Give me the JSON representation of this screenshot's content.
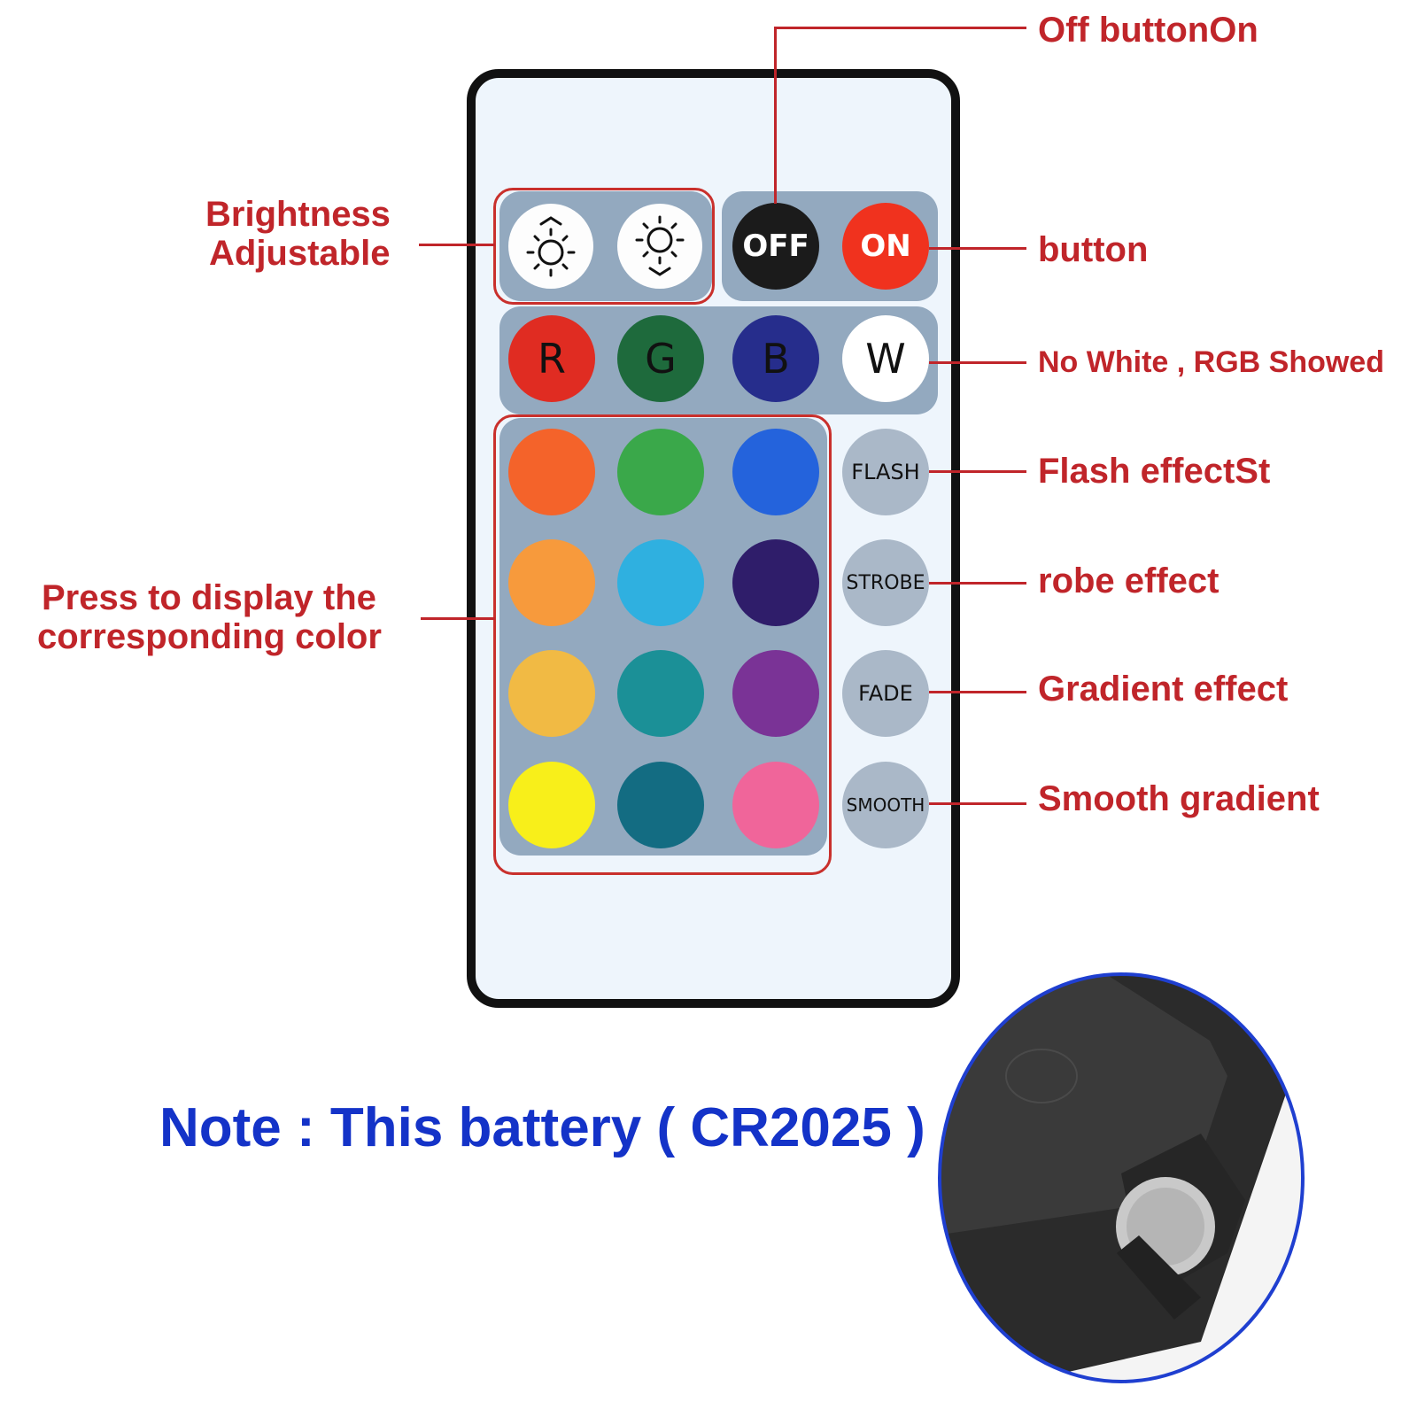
{
  "labels": {
    "off_on": "Off buttonOn",
    "button": "button",
    "brightness": [
      "Brightness",
      "Adjustable"
    ],
    "no_white": "No White , RGB Showed",
    "flash": "Flash effectSt",
    "strobe": "robe effect",
    "gradient": "Gradient effect",
    "smooth": "Smooth gradient",
    "press": [
      "Press to display the",
      "corresponding color"
    ]
  },
  "buttons": {
    "off": "OFF",
    "on": "ON",
    "rgbw": [
      "R",
      "G",
      "B",
      "W"
    ],
    "effects": [
      "FLASH",
      "STROBE",
      "FADE",
      "SMOOTH"
    ]
  },
  "color_grid": [
    [
      "#f4632a",
      "#3aa84a",
      "#2463dc"
    ],
    [
      "#f79a3c",
      "#2fb0e0",
      "#2f1d6a"
    ],
    [
      "#f1ba44",
      "#1b9097",
      "#7a3396"
    ],
    [
      "#f8ef1a",
      "#136c82",
      "#f0659a"
    ]
  ],
  "rgbw_colors": [
    "#e02c22",
    "#1e6a3c",
    "#262d8c",
    "#ffffff"
  ],
  "note": "Note : This battery ( CR2025 )",
  "icons": [
    "brightness-up-icon",
    "brightness-down-icon"
  ]
}
